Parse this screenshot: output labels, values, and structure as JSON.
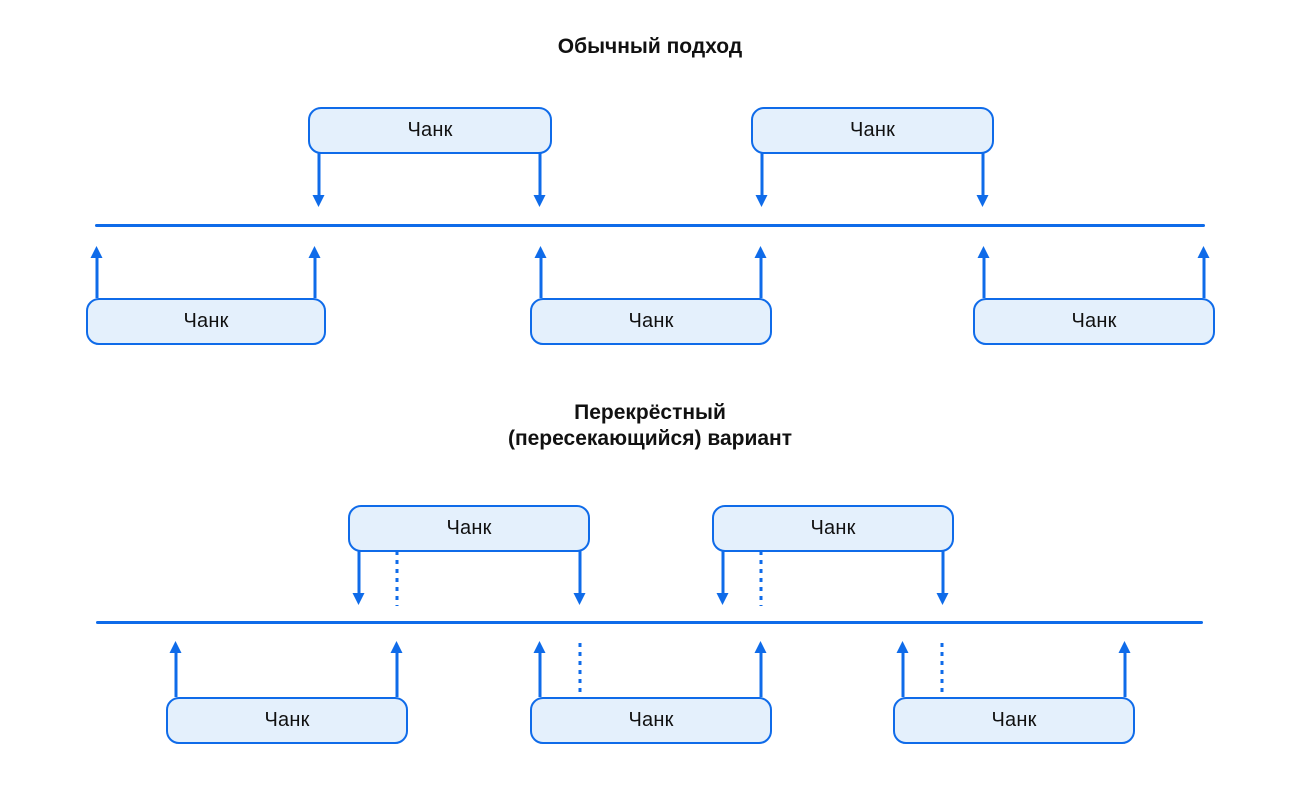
{
  "colors": {
    "accent_blue": "#0F6BE9",
    "chunk_fill": "#E4F0FC",
    "title_text": "#111111",
    "background": "#FFFFFF"
  },
  "sections": [
    {
      "title": "Обычный подход",
      "chunk_label": "Чанк",
      "top_chunk_count": 2,
      "bottom_chunk_count": 3,
      "has_overlap_markers": false
    },
    {
      "title": "Перекрёстный\n(пересекающийся) вариант",
      "chunk_label": "Чанк",
      "top_chunk_count": 2,
      "bottom_chunk_count": 3,
      "has_overlap_markers": true
    }
  ]
}
